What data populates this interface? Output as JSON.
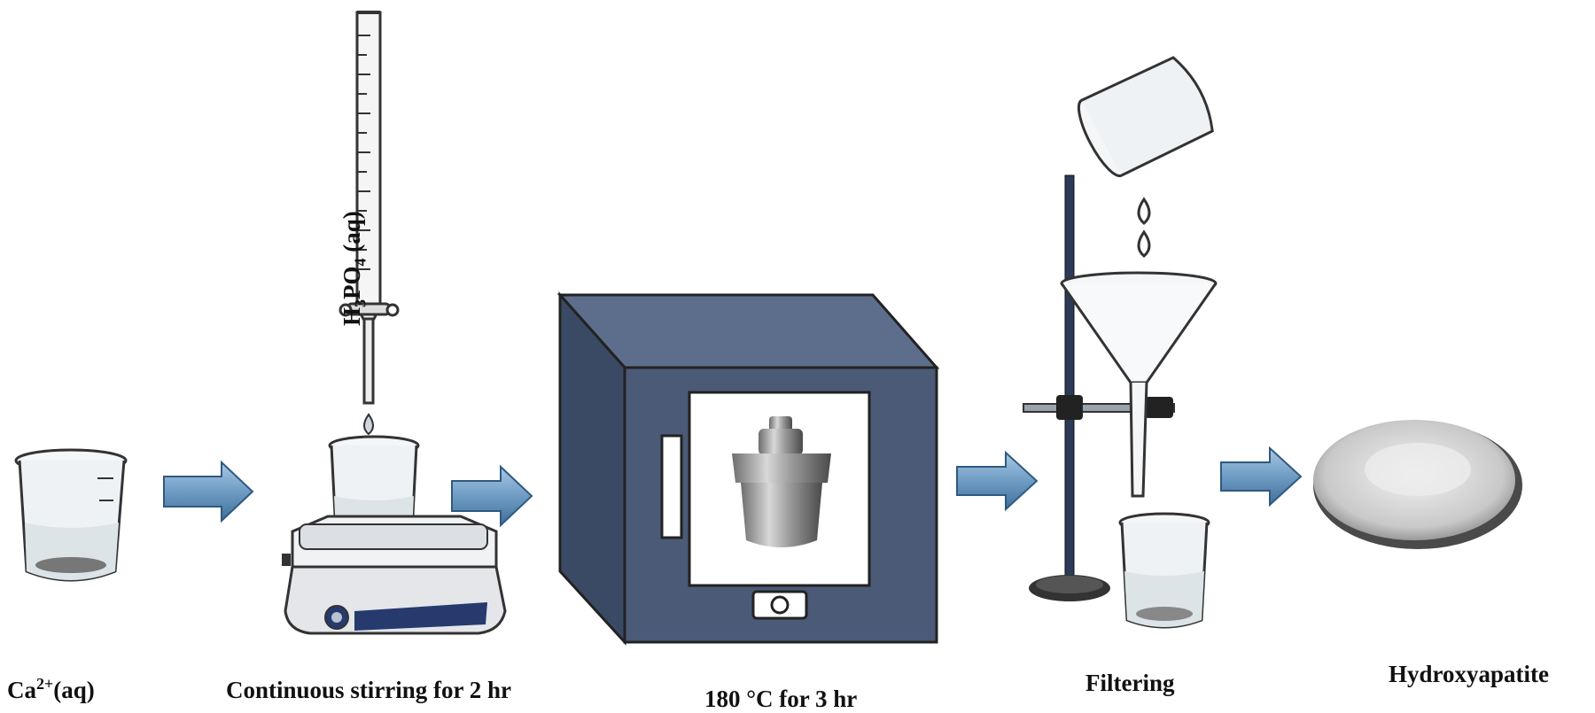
{
  "labels": {
    "ca": "Ca",
    "ca_sup": "2+",
    "ca_suffix": "(aq)",
    "acid_h": "H",
    "acid_h_sub": "3",
    "acid_po": "PO",
    "acid_po_sub": "4",
    "acid_suffix": " (aq)",
    "stirring": "Continuous  stirring  for 2 hr",
    "temperature": "180 °C for 3 hr",
    "filtering": "Filtering",
    "product": "Hydroxyapatite"
  },
  "colors": {
    "arrow": "#6f9cc4",
    "oven_front": "#4a5a77",
    "oven_side": "#3b4a64",
    "oven_top": "#5d6e8d",
    "stand": "#2c3a57",
    "glass": "#e9eef1",
    "hotplate": "#e4e6ea"
  }
}
